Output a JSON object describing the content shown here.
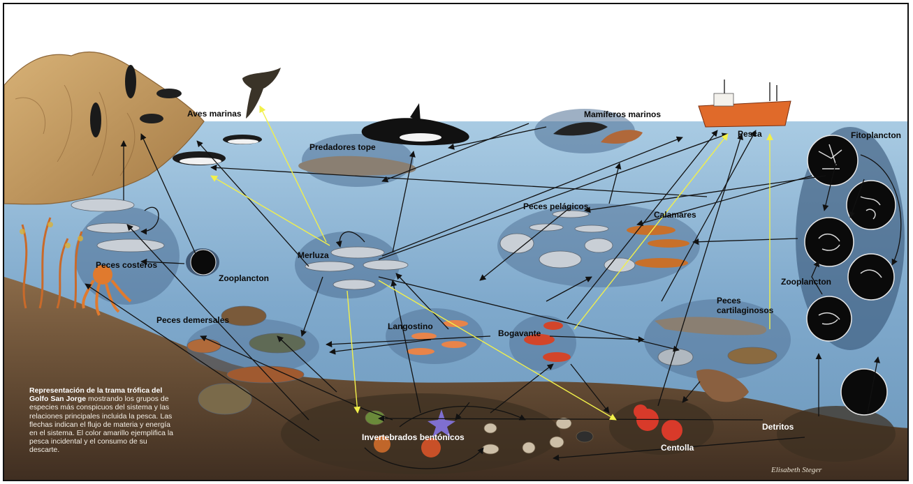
{
  "groups": {
    "aves_marinas": "Aves marinas",
    "mamiferos_marinos": "Mamíferos marinos",
    "predadores_tope": "Predadores tope",
    "pesca": "Pesca",
    "fitoplancton": "Fitoplancton",
    "peces_pelagicos": "Peces pelágicos",
    "calamares": "Calamares",
    "merluza": "Merluza",
    "peces_costeros": "Peces costeros",
    "zooplancton_left": "Zooplancton",
    "zooplancton_right": "Zooplancton",
    "peces_demersales": "Peces demersales",
    "langostino": "Langostino",
    "bogavante": "Bogavante",
    "peces_cartilaginosos": "Peces cartilaginosos",
    "invertebrados_bentonicos": "Invertebrados bentónicos",
    "centolla": "Centolla",
    "detritos": "Detritos"
  },
  "caption": {
    "bold": "Representación de la trama trófica del Golfo San Jorge",
    "text": " mostrando los grupos de especies más conspicuos del sistema y las relaciones principales incluida la pesca. Las flechas indican el flujo de materia y energía en el sistema. El color amarillo ejemplifica la pesca incidental y el consumo de su descarte."
  },
  "signature": "Elisabeth Steger",
  "colors": {
    "sky": "#ffffff",
    "water_top": "#8fb8d6",
    "water_bottom": "#6f9cc0",
    "group_ellipse": "#4f6f93",
    "rock": "#c49a5c",
    "seafloor": "#5a4330",
    "flow_arrow": "#111111",
    "bycatch_arrow": "#f2f04a",
    "boat": "#e06a2a"
  },
  "icons": [
    "bird-icon",
    "orca-icon",
    "dolphin-icon",
    "sea-lion-icon",
    "shark-icon",
    "fish-icon",
    "squid-icon",
    "shrimp-icon",
    "lobster-icon",
    "crab-icon",
    "starfish-icon",
    "shell-icon",
    "octopus-icon",
    "ray-icon",
    "fishing-boat-icon",
    "plankton-icon",
    "kelp-icon",
    "penguin-icon"
  ]
}
